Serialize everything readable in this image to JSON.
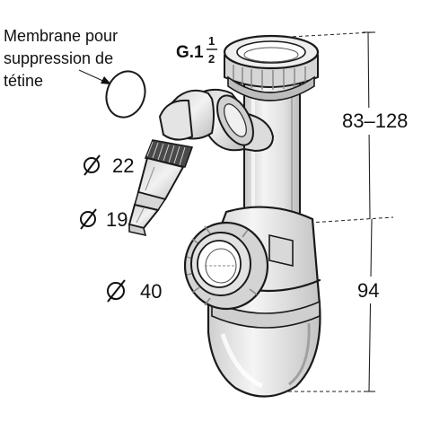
{
  "labels": {
    "membrane_line1": "Membrane pour",
    "membrane_line2": "suppression de",
    "membrane_line3": "tétine",
    "thread_prefix": "G.1",
    "thread_num": "1",
    "thread_den": "2",
    "height_range": "83–128",
    "height_lower": "94",
    "diameter_22": "22",
    "diameter_19": "19",
    "diameter_40": "40"
  },
  "colors": {
    "outline": "#1a1a1a",
    "shade_dark": "#bdbdbd",
    "shade_mid": "#d9d9d9",
    "shade_light": "#eeeeee",
    "thread_dark": "#4a4a4a"
  },
  "icons": {
    "diameter_symbol": "circle-slash"
  }
}
